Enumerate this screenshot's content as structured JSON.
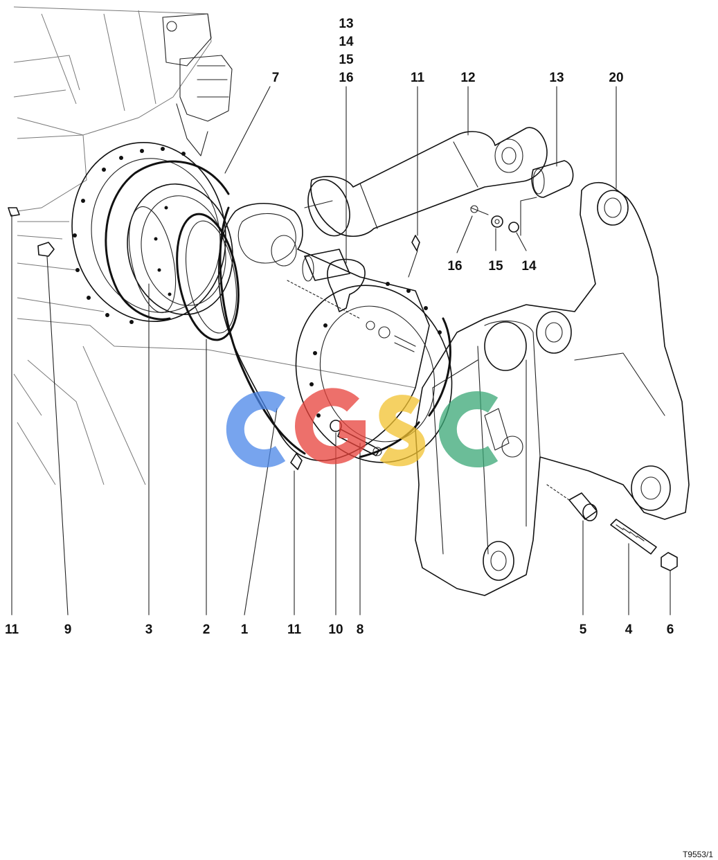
{
  "figure_id": "T9553/1",
  "watermark": {
    "letters": [
      "C",
      "G",
      "S",
      "C"
    ],
    "colors": [
      "#4a86e8",
      "#e8413a",
      "#f2c230",
      "#3aa876"
    ]
  },
  "callouts_top": [
    {
      "id": "top-13-14-15-16",
      "lines": [
        "13",
        "14",
        "15",
        "16"
      ]
    },
    {
      "id": "top-7",
      "lines": [
        "7"
      ]
    },
    {
      "id": "top-11",
      "lines": [
        "11"
      ]
    },
    {
      "id": "top-12",
      "lines": [
        "12"
      ]
    },
    {
      "id": "top-13",
      "lines": [
        "13"
      ]
    },
    {
      "id": "top-20",
      "lines": [
        "20"
      ]
    }
  ],
  "callouts_mid": [
    {
      "id": "mid-16",
      "label": "16"
    },
    {
      "id": "mid-15",
      "label": "15"
    },
    {
      "id": "mid-14",
      "label": "14"
    }
  ],
  "callouts_bottom": [
    {
      "id": "bot-11a",
      "label": "11"
    },
    {
      "id": "bot-9",
      "label": "9"
    },
    {
      "id": "bot-3",
      "label": "3"
    },
    {
      "id": "bot-2",
      "label": "2"
    },
    {
      "id": "bot-1",
      "label": "1"
    },
    {
      "id": "bot-11b",
      "label": "11"
    },
    {
      "id": "bot-10",
      "label": "10"
    },
    {
      "id": "bot-8",
      "label": "8"
    },
    {
      "id": "bot-5",
      "label": "5"
    },
    {
      "id": "bot-4",
      "label": "4"
    },
    {
      "id": "bot-6",
      "label": "6"
    }
  ]
}
